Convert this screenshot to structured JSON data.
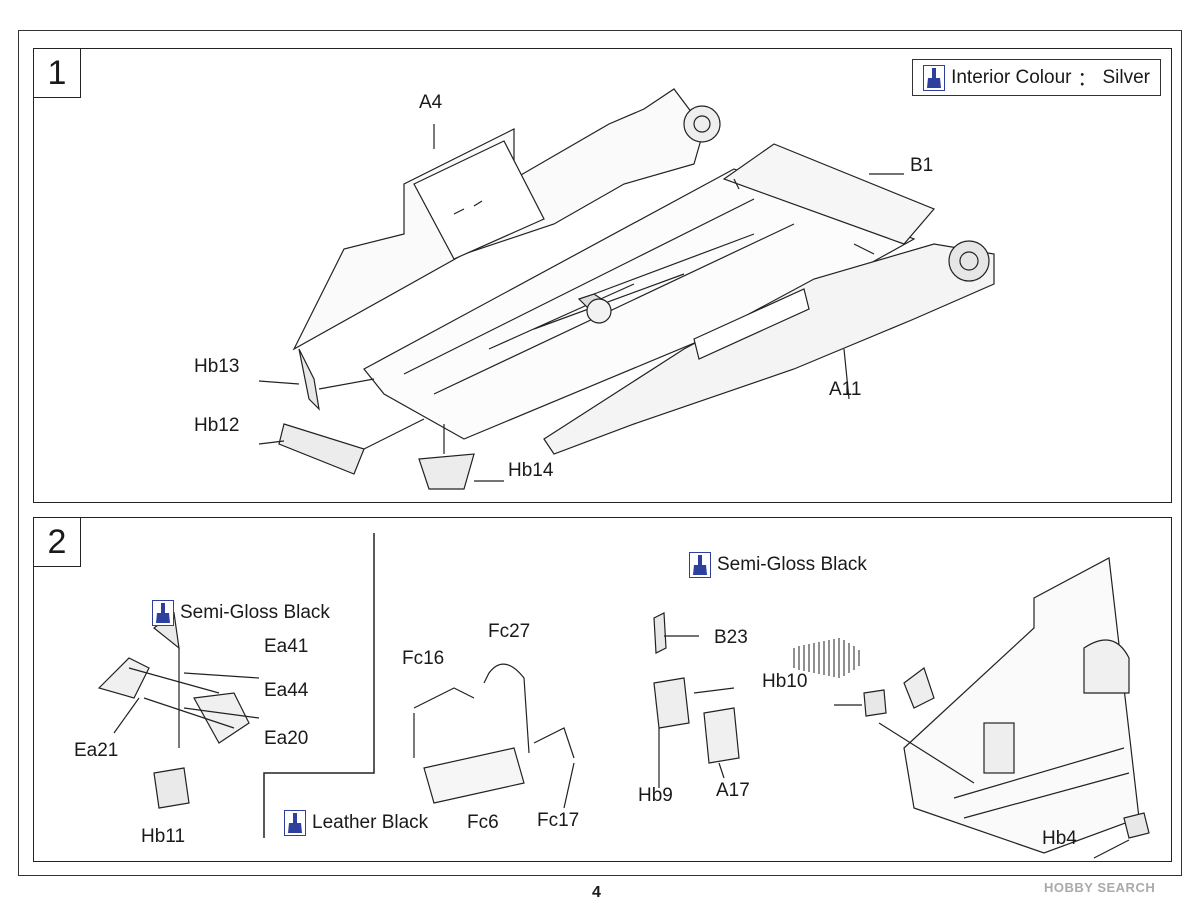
{
  "step1": {
    "number": "1",
    "colour_label": "Interior Colour",
    "colour_sep": "：",
    "colour_value": "Silver",
    "parts": {
      "a4": "A4",
      "b1": "B1",
      "a11": "A11",
      "hb13": "Hb13",
      "hb12": "Hb12",
      "hb14": "Hb14"
    }
  },
  "step2": {
    "number": "2",
    "paint_left": "Semi-Gloss Black",
    "paint_mid": "Leather Black",
    "paint_right": "Semi-Gloss Black",
    "parts": {
      "ea41": "Ea41",
      "ea44": "Ea44",
      "ea20": "Ea20",
      "ea21": "Ea21",
      "hb11": "Hb11",
      "fc16": "Fc16",
      "fc27": "Fc27",
      "fc6": "Fc6",
      "fc17": "Fc17",
      "b23": "B23",
      "hb9": "Hb9",
      "a17": "A17",
      "hb10": "Hb10",
      "hb4": "Hb4"
    }
  },
  "footer": {
    "page": "4",
    "watermark": "HOBBY SEARCH"
  },
  "colors": {
    "brush_blue": "#2e3f9e",
    "line": "#222222"
  }
}
